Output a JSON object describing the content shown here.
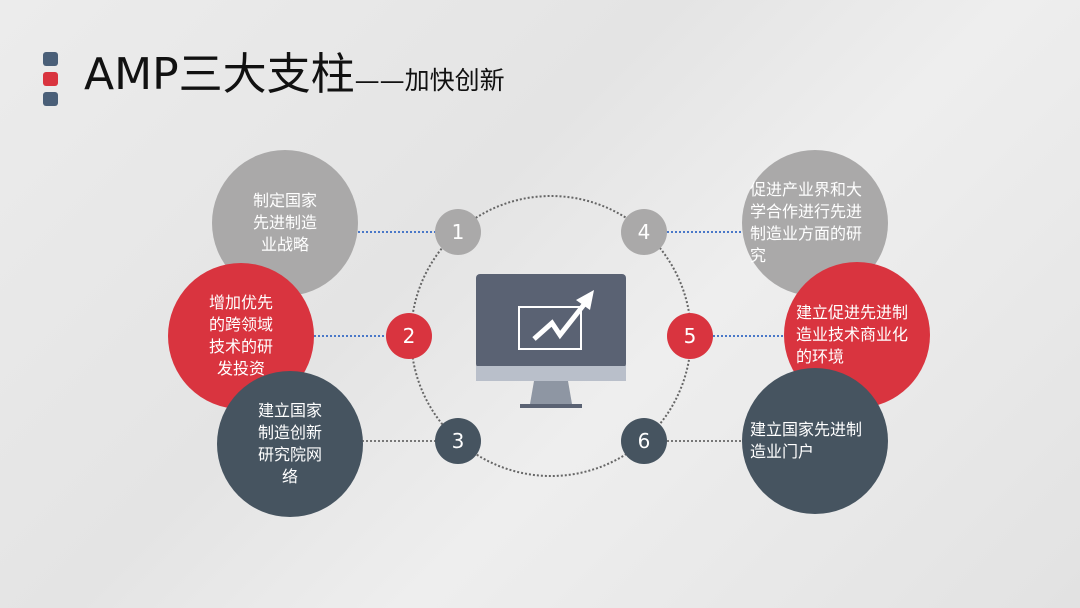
{
  "title": {
    "main": "AMP三大支柱",
    "sub": "——加快创新"
  },
  "colors": {
    "gray": "#aaa9a9",
    "red": "#d9343f",
    "dark": "#465460"
  },
  "items": [
    {
      "number": "1",
      "lines": [
        "制定国家",
        "先进制造",
        "业战略"
      ]
    },
    {
      "number": "2",
      "lines": [
        "增加优先",
        "的跨领域",
        "技术的研",
        "发投资"
      ]
    },
    {
      "number": "3",
      "lines": [
        "建立国家",
        "制造创新",
        "研究院网",
        "络"
      ]
    },
    {
      "number": "4",
      "lines": [
        "促进产业界和大",
        "学合作进行先进",
        "制造业方面的研",
        "究"
      ]
    },
    {
      "number": "5",
      "lines": [
        "建立促进先进制",
        "造业技术商业化",
        "的环境"
      ]
    },
    {
      "number": "6",
      "lines": [
        "建立国家先进制",
        "造业门户"
      ]
    }
  ]
}
